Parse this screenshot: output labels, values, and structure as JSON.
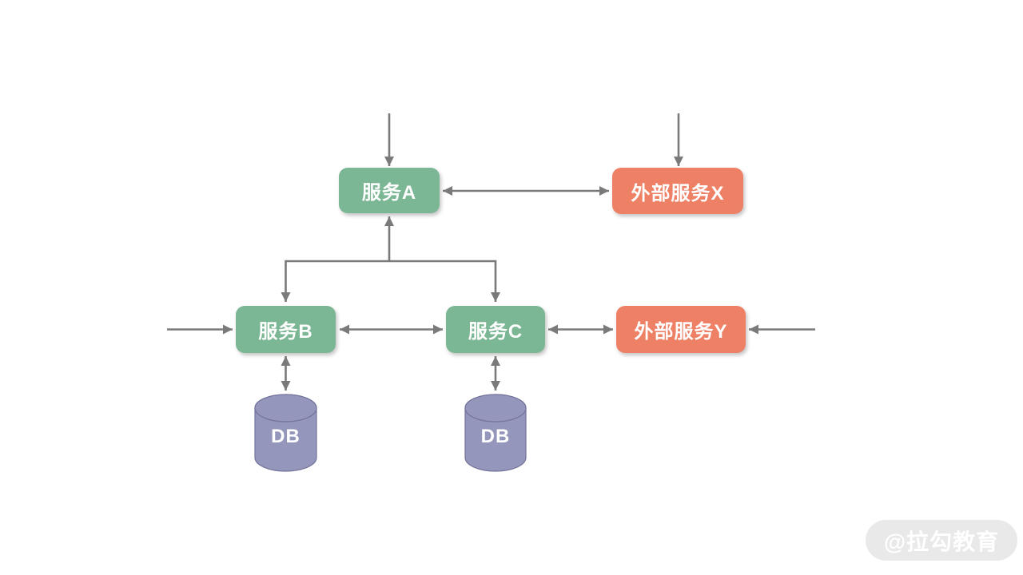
{
  "diagram": {
    "nodes": {
      "service_a": {
        "label": "服务A",
        "type": "service"
      },
      "external_x": {
        "label": "外部服务X",
        "type": "external"
      },
      "service_b": {
        "label": "服务B",
        "type": "service"
      },
      "service_c": {
        "label": "服务C",
        "type": "service"
      },
      "external_y": {
        "label": "外部服务Y",
        "type": "external"
      },
      "db_b": {
        "label": "DB",
        "type": "database"
      },
      "db_c": {
        "label": "DB",
        "type": "database"
      }
    },
    "edges": [
      {
        "from": "inbound-top-left",
        "to": "service_a",
        "bidirectional": false
      },
      {
        "from": "inbound-top-right",
        "to": "external_x",
        "bidirectional": false
      },
      {
        "from": "service_a",
        "to": "external_x",
        "bidirectional": true
      },
      {
        "from": "service_a",
        "to": "service_b",
        "bidirectional": true
      },
      {
        "from": "service_a",
        "to": "service_c",
        "bidirectional": true
      },
      {
        "from": "inbound-left",
        "to": "service_b",
        "bidirectional": false
      },
      {
        "from": "service_b",
        "to": "service_c",
        "bidirectional": true
      },
      {
        "from": "service_c",
        "to": "external_y",
        "bidirectional": true
      },
      {
        "from": "inbound-right",
        "to": "external_y",
        "bidirectional": false
      },
      {
        "from": "service_b",
        "to": "db_b",
        "bidirectional": true
      },
      {
        "from": "service_c",
        "to": "db_c",
        "bidirectional": true
      }
    ],
    "colors": {
      "service_fill": "#7cb795",
      "external_fill": "#ee8165",
      "db_fill": "#9496bb",
      "db_stroke": "#73739b",
      "connector": "#7a7a7a",
      "label_text": "#ffffff",
      "watermark_bg": "#e9e9e9",
      "watermark_text": "#ffffff"
    }
  },
  "watermark": {
    "text": "@拉勾教育"
  }
}
